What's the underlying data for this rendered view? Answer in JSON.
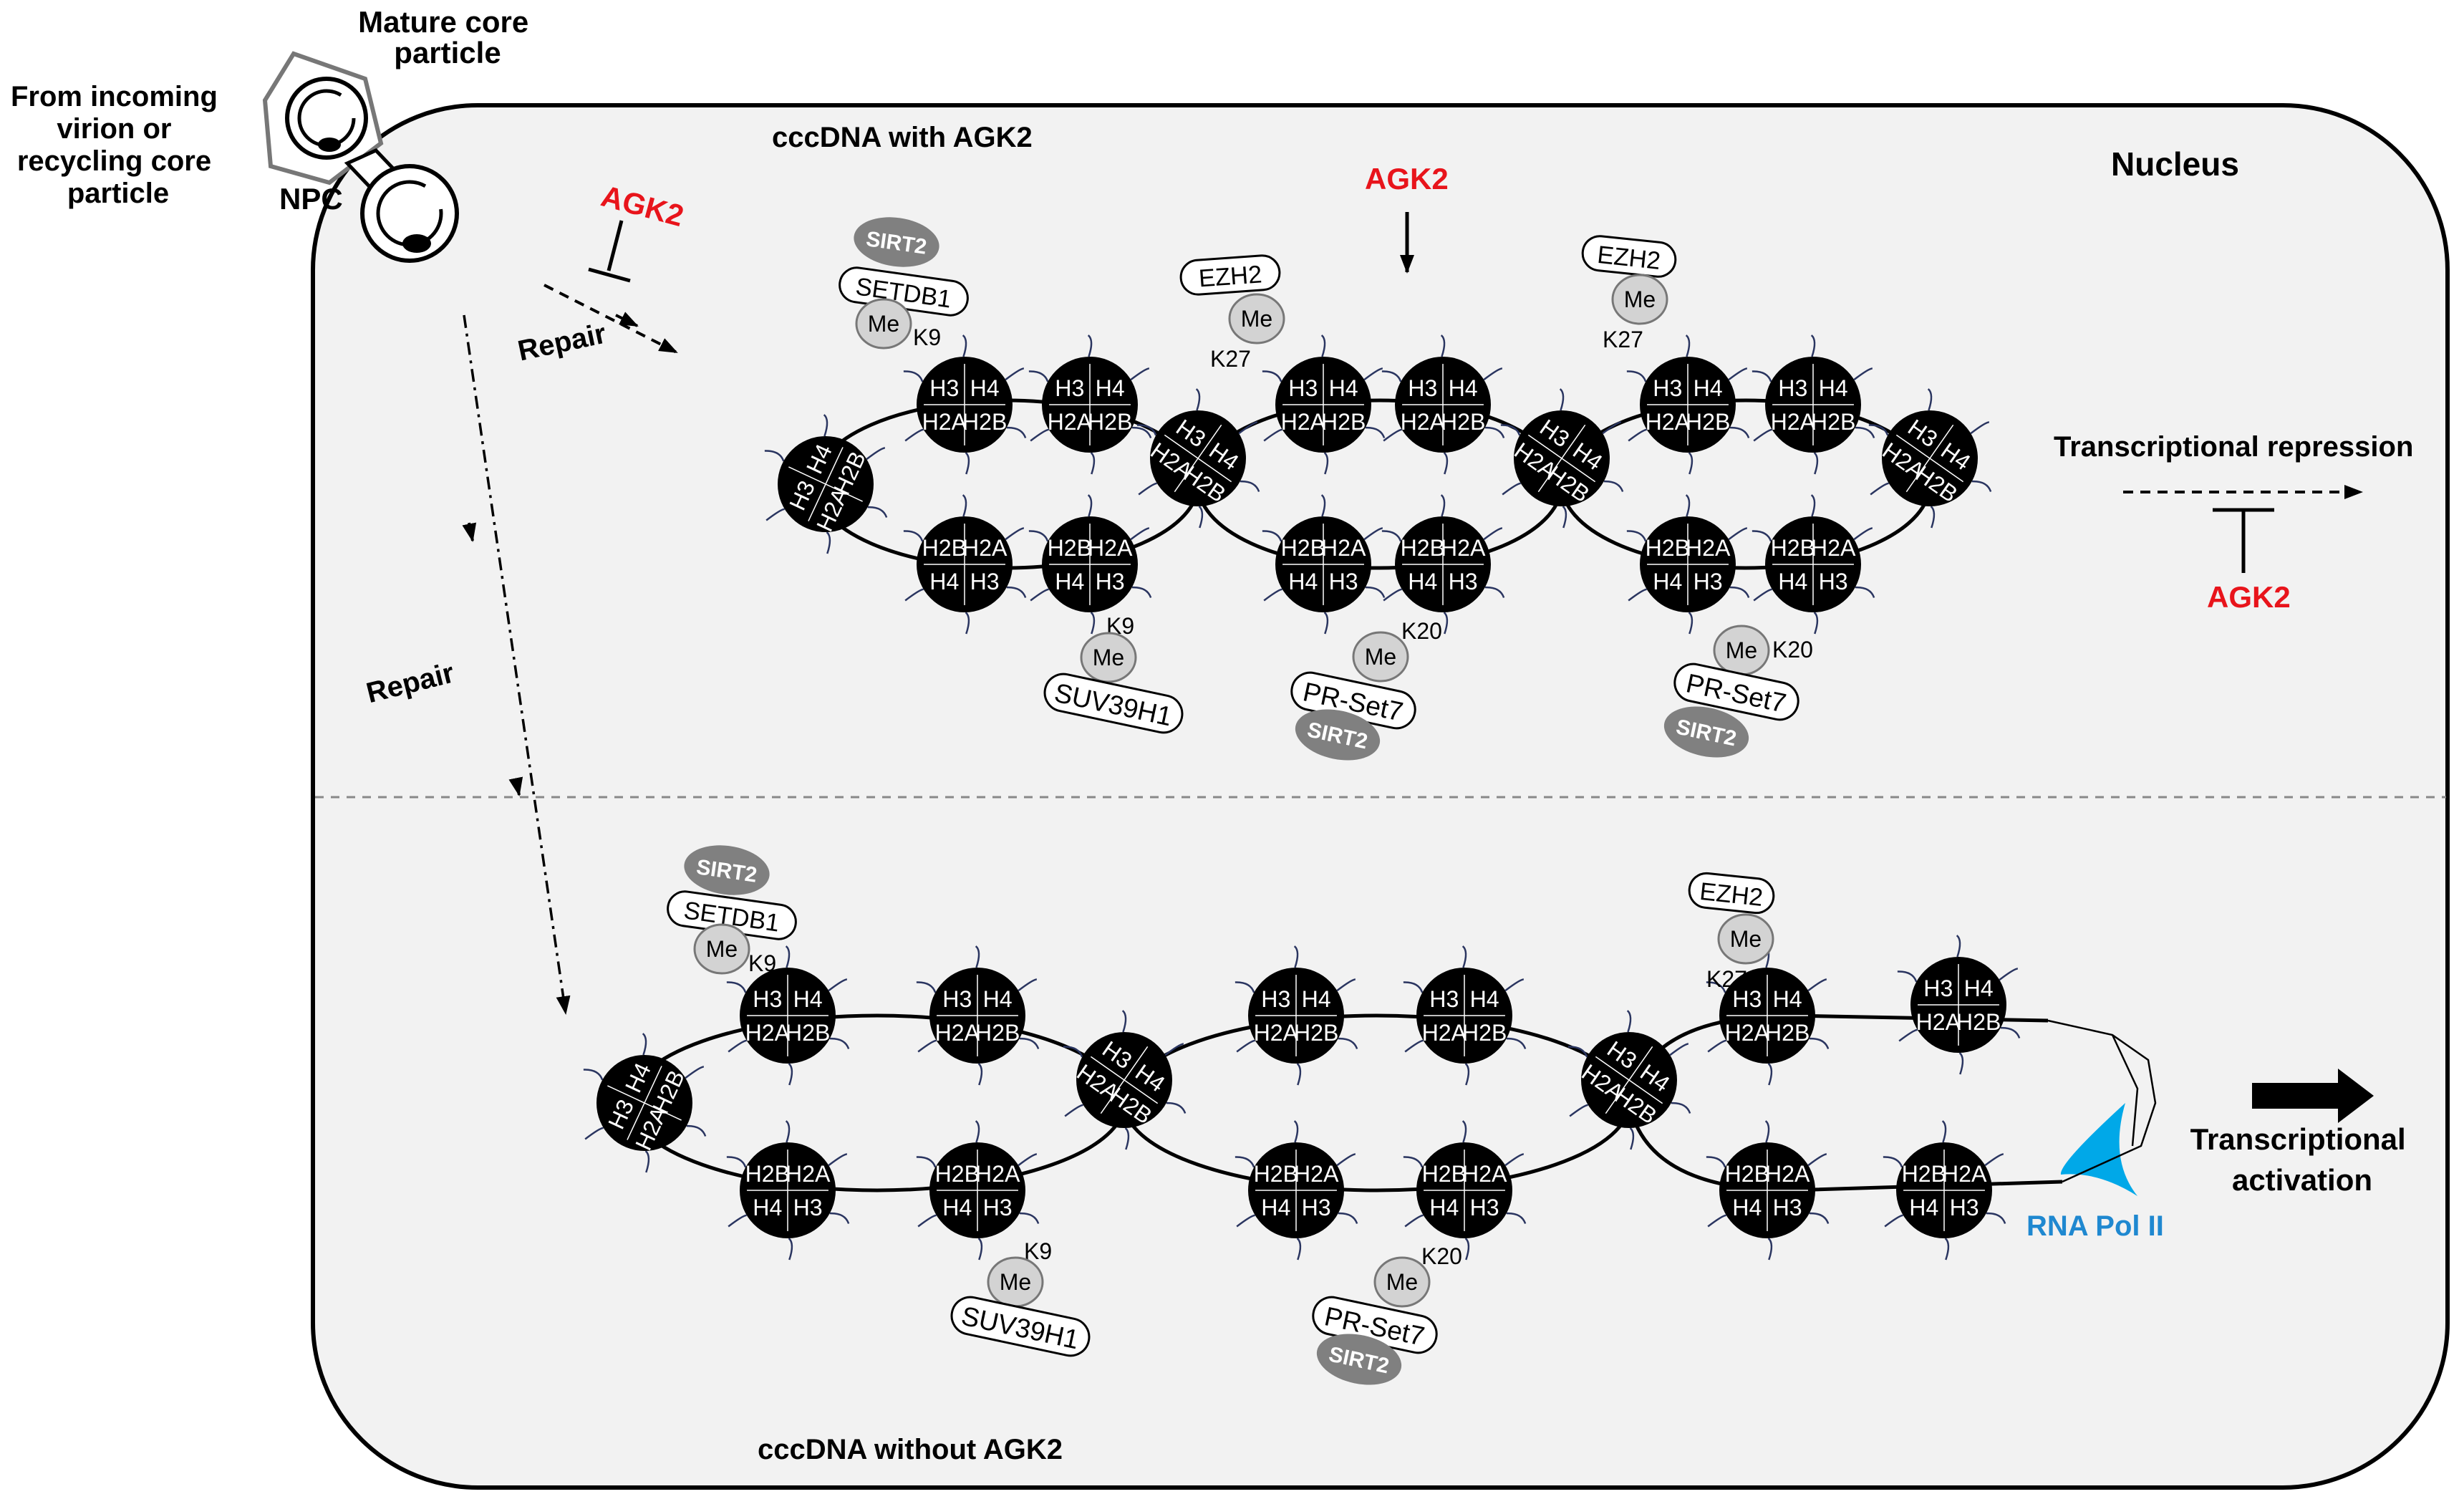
{
  "labels": {
    "mature_core": [
      "Mature core",
      "particle"
    ],
    "incoming": [
      "From incoming",
      "virion or",
      "recycling core",
      "particle"
    ],
    "npc": "NPC",
    "nucleus": "Nucleus",
    "with_agk2": "cccDNA with AGK2",
    "without_agk2": "cccDNA without AGK2",
    "agk2": "AGK2",
    "repair": "Repair",
    "transcriptional_repression": "Transcriptional repression",
    "transcriptional_activation": [
      "Transcriptional",
      "activation"
    ],
    "rna_pol_ii": "RNA Pol II"
  },
  "enzymes": {
    "sirt2": "SIRT2",
    "setdb1": "SETDB1",
    "ezh2": "EZH2",
    "suv39h1": "SUV39H1",
    "pr_set7": "PR-Set7",
    "me": "Me"
  },
  "residues": {
    "k9": "K9",
    "k27": "K27",
    "k20": "K20"
  },
  "histones": {
    "h3": "H3",
    "h4": "H4",
    "h2a": "H2A",
    "h2b": "H2B"
  },
  "colors": {
    "agk2": "#e8141b",
    "rna_pol": "#00a8e8",
    "nucleus_fill": "#f2f2f2",
    "nucleosome": "#000000",
    "sirt2_fill": "#808080",
    "me_fill": "#d3d3d3"
  }
}
